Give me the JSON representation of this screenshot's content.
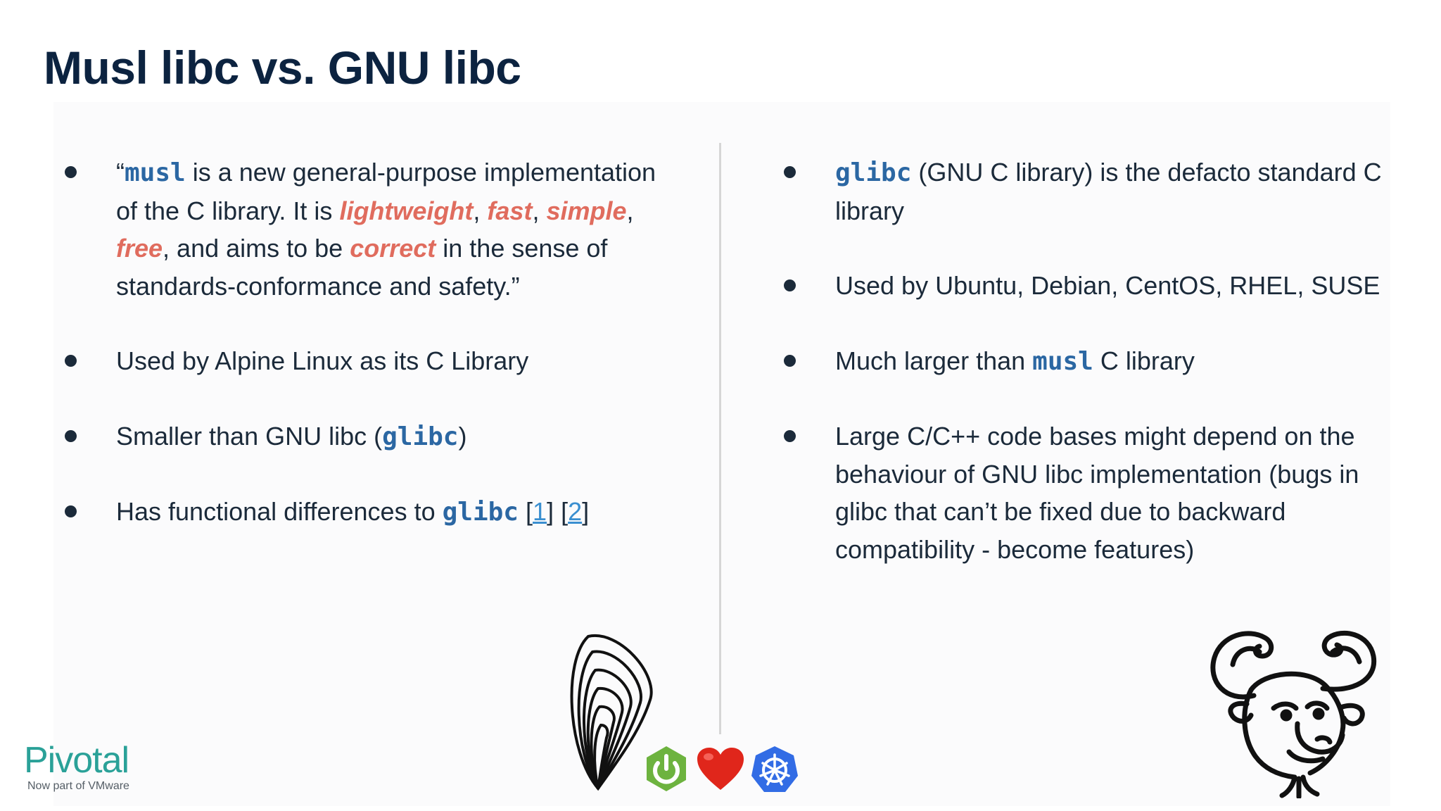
{
  "slide": {
    "title": "Musl libc vs. GNU libc"
  },
  "left_column": {
    "b1": {
      "open_quote": "“",
      "musl": "musl",
      "t1": " is a new general-purpose implementation of the C library. It is ",
      "w1": "lightweight",
      "c1": ", ",
      "w2": "fast",
      "c2": ", ",
      "w3": "simple",
      "c3": ", ",
      "w4": "free",
      "t2": ", and aims to be ",
      "w5": "correct",
      "t3": " in the sense of standards-conformance and safety.”"
    },
    "b2": "Used by Alpine Linux as its C Library",
    "b3": {
      "t1": "Smaller than GNU libc (",
      "glibc": "glibc",
      "t2": ")"
    },
    "b4": {
      "t1": "Has functional differences to ",
      "glibc": "glibc",
      "sp": " ",
      "lb1": "[",
      "link1": "1",
      "rb1": "]",
      "sp2": " ",
      "lb2": "[",
      "link2": "2",
      "rb2": "]"
    }
  },
  "right_column": {
    "b1": {
      "glibc": "glibc",
      "t1": " (GNU C library) is the defacto standard C library"
    },
    "b2": "Used by Ubuntu, Debian, CentOS, RHEL, SUSE",
    "b3": {
      "t1": "Much larger than ",
      "musl": "musl",
      "t2": " C library"
    },
    "b4": "Large C/C++ code bases might depend on the behaviour of GNU libc implementation (bugs in glibc that can’t be fixed due to backward compatibility - become features)"
  },
  "logos": {
    "pivotal": "Pivotal",
    "pivotal_sub": "Now part of VMware",
    "icons": [
      "musl-mussel-icon",
      "spring-power-icon",
      "heart-icon",
      "kubernetes-helm-icon",
      "gnu-head-icon"
    ]
  },
  "colors": {
    "title": "#0c2340",
    "highlight": "#e06c5e",
    "code": "#2b67a3",
    "link": "#3a8fd0",
    "pivotal": "#2aa198",
    "spring": "#6db33f",
    "kubernetes": "#326ce5",
    "heart": "#e0261b"
  }
}
